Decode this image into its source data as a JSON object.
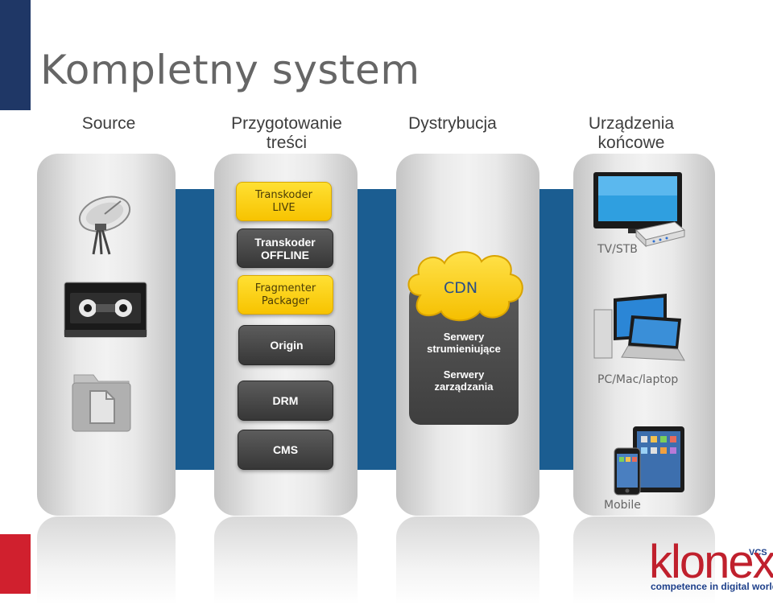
{
  "slide": {
    "title": "Kompletny system"
  },
  "columns": [
    {
      "heading": "Source"
    },
    {
      "heading": "Przygotowanie\ntreści"
    },
    {
      "heading": "Dystrybucja"
    },
    {
      "heading": "Urządzenia\nkońcowe"
    }
  ],
  "preparation": {
    "transcoder_live": "Transkoder\nLIVE",
    "transcoder_offline": "Transkoder\nOFFLINE",
    "fragmenter": "Fragmenter\nPackager",
    "origin": "Origin",
    "drm": "DRM",
    "cms": "CMS"
  },
  "distribution": {
    "cdn": "CDN",
    "streaming_servers": "Serwery\nstrumieniujące",
    "management_servers": "Serwery\nzarządzania"
  },
  "devices": {
    "tv_stb": "TV/STB",
    "pc": "PC/Mac/laptop",
    "mobile": "Mobile"
  },
  "logo": {
    "word": "klonex",
    "tagline": "competence in digital world",
    "vcs": "VCS"
  },
  "colors": {
    "navy": "#1f3766",
    "band_blue": "#1b5d91",
    "yellow": "#f7c300",
    "dark_box": "#3f3f3f",
    "brand_red": "#c0202d"
  },
  "icons": [
    "satellite-dish-icon",
    "tape-cassette-icon",
    "file-folder-icon",
    "cloud-icon",
    "tv-icon",
    "router-icon",
    "desktop-monitor-icon",
    "laptop-icon",
    "tablet-icon",
    "smartphone-icon"
  ]
}
